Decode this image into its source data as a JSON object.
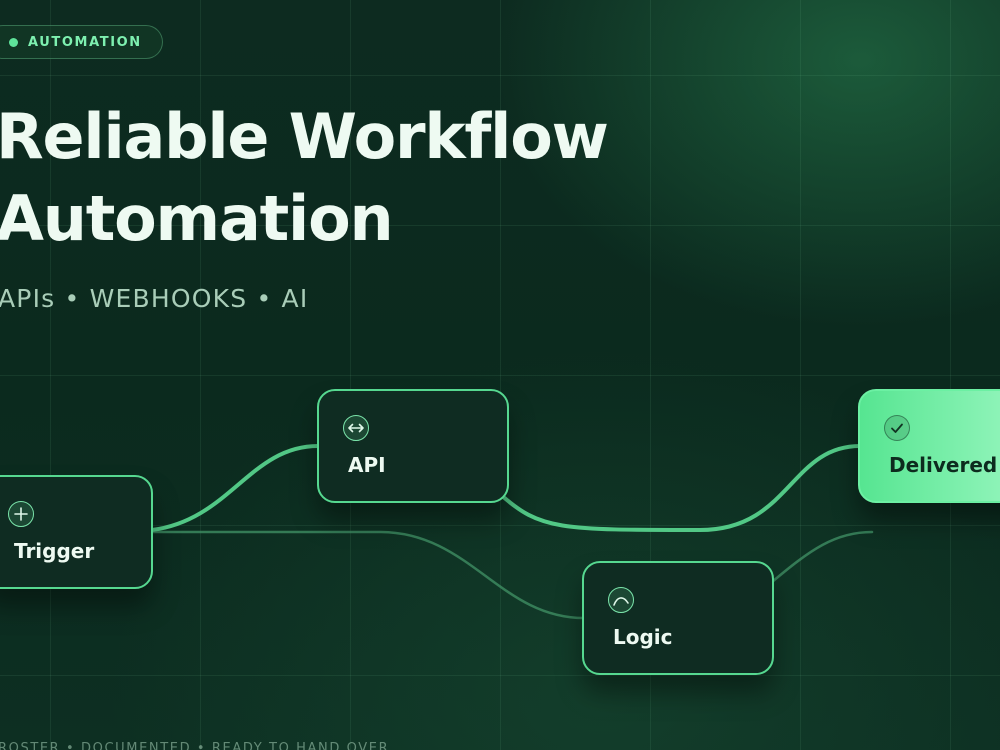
{
  "badge": {
    "label": "AUTOMATION"
  },
  "hero": {
    "title_line1": "Reliable Workflow",
    "title_line2": "Automation",
    "subtitle": "APIs • WEBHOOKS • AI"
  },
  "nodes": {
    "trigger": {
      "label": "Trigger",
      "icon": "plus-icon"
    },
    "api": {
      "label": "API",
      "icon": "arrows-horizontal-icon"
    },
    "logic": {
      "label": "Logic",
      "icon": "curve-icon"
    },
    "delivered": {
      "label": "Delivered",
      "icon": "check-icon"
    }
  },
  "footer": {
    "text": "ROSTER • DOCUMENTED • READY TO HAND OVER"
  },
  "colors": {
    "accent": "#56d890",
    "badge_text": "#7ef0b0",
    "title": "#eefaf2",
    "subtitle": "#a9cdb8",
    "background": "#0c2a1f",
    "delivered_fill": "#9ff8c4"
  }
}
